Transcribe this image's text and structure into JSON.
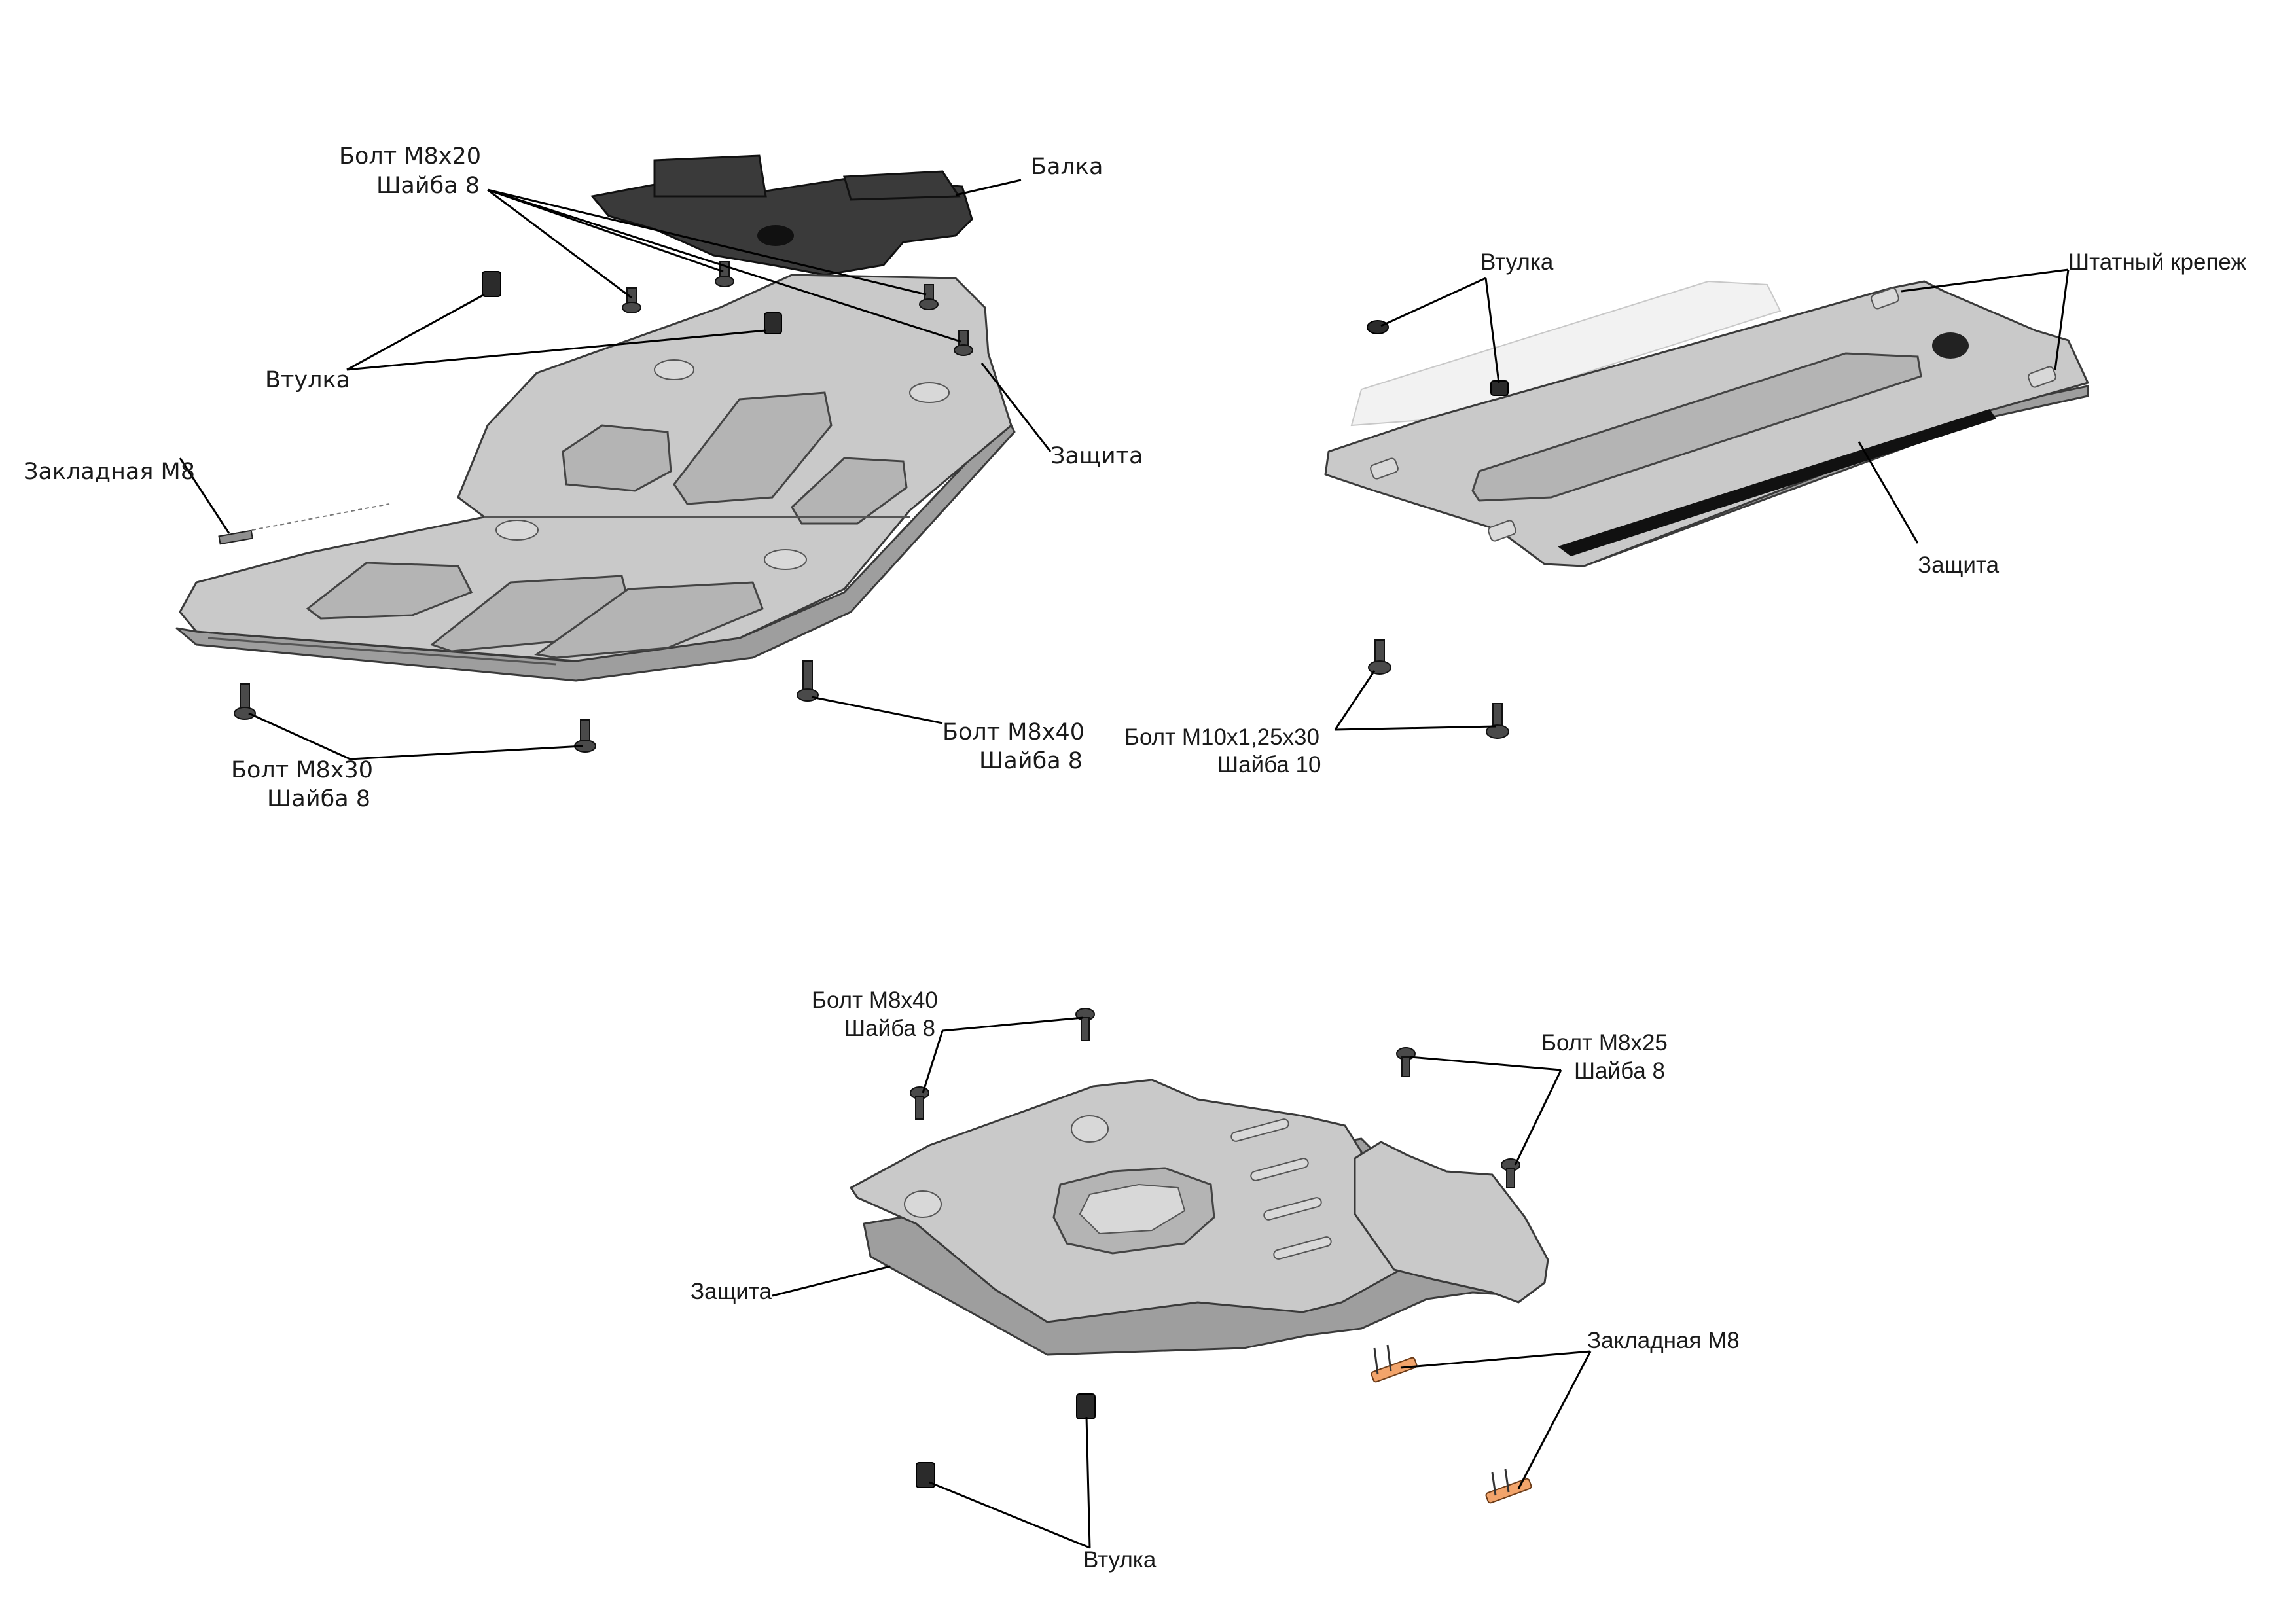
{
  "left_assembly": {
    "bolt_m8x20": "Болт М8х20",
    "washer_8_top": "Шайба 8",
    "beam": "Балка",
    "bushing": "Втулка",
    "protection": "Защита",
    "insert_m8": "Закладная М8",
    "bolt_m8x30": "Болт М8х30",
    "washer_8_bottom_left": "Шайба 8",
    "bolt_m8x40": "Болт М8х40",
    "washer_8_bottom_right": "Шайба 8"
  },
  "right_assembly": {
    "bushing": "Втулка",
    "standard_fastener": "Штатный крепеж",
    "protection": "Защита",
    "bolt_m10": "Болт М10х1,25х30",
    "washer_10": "Шайба 10"
  },
  "bottom_assembly": {
    "bolt_m8x40": "Болт М8х40",
    "washer_8_left": "Шайба 8",
    "bolt_m8x25": "Болт М8х25",
    "washer_8_right": "Шайба 8",
    "protection": "Защита",
    "insert_m8": "Закладная М8",
    "bushing": "Втулка"
  },
  "colors": {
    "plate": "#c9c9c9",
    "beam": "#3a3a3a",
    "insert": "#f2a46b"
  }
}
